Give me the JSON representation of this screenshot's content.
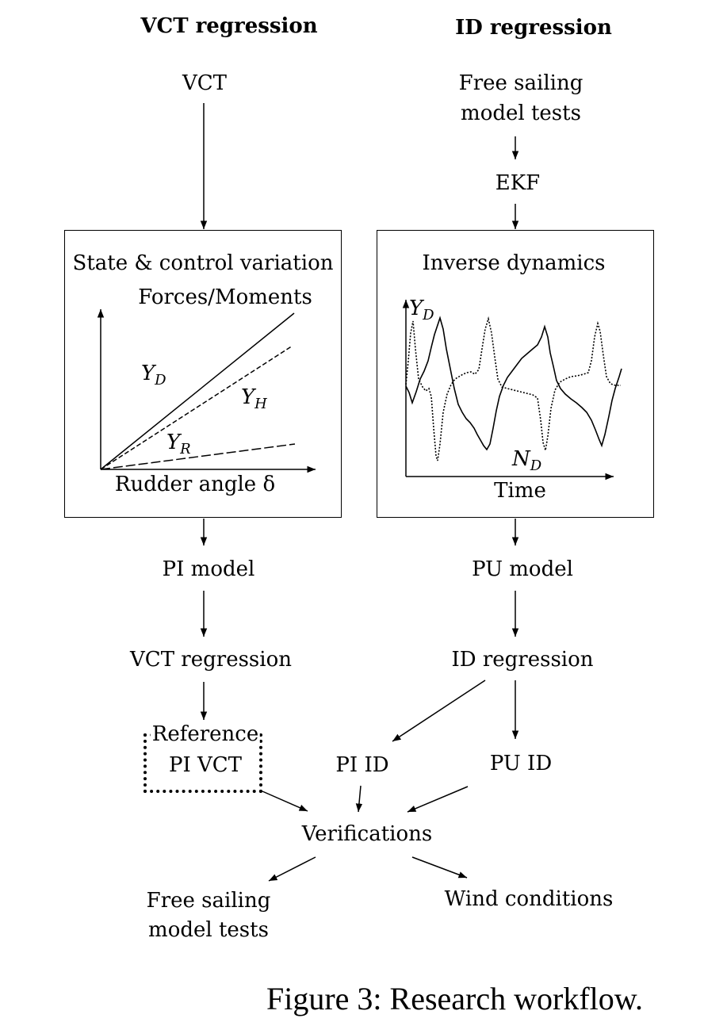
{
  "headers": {
    "left": "VCT regression",
    "right": "ID regression"
  },
  "left_column": {
    "start": "VCT",
    "box": {
      "title": "State & control variation",
      "y_axis_label": "Forces/Moments",
      "x_axis_label": "Rudder angle δ",
      "lines": [
        {
          "label": "Y",
          "subscript": "D",
          "style": "solid"
        },
        {
          "label": "Y",
          "subscript": "H",
          "style": "dashed"
        },
        {
          "label": "Y",
          "subscript": "R",
          "style": "long-dashed"
        }
      ]
    },
    "model": "PI model",
    "regression": "VCT regression",
    "reference_line1": "Reference",
    "reference_line2": "PI VCT"
  },
  "right_column": {
    "start_line1": "Free sailing",
    "start_line2": "model tests",
    "ekf": "EKF",
    "box": {
      "title": "Inverse dynamics",
      "x_axis_label": "Time",
      "series": [
        {
          "label": "Y",
          "subscript": "D",
          "style": "solid"
        },
        {
          "label": "N",
          "subscript": "D",
          "style": "dotted"
        }
      ]
    },
    "model": "PU model",
    "regression": "ID regression",
    "pi_id": "PI ID",
    "pu_id": "PU ID"
  },
  "bottom": {
    "verifications": "Verifications",
    "free_sailing_line1": "Free sailing",
    "free_sailing_line2": "model tests",
    "wind": "Wind conditions"
  },
  "caption": "Figure 3: Research workflow."
}
